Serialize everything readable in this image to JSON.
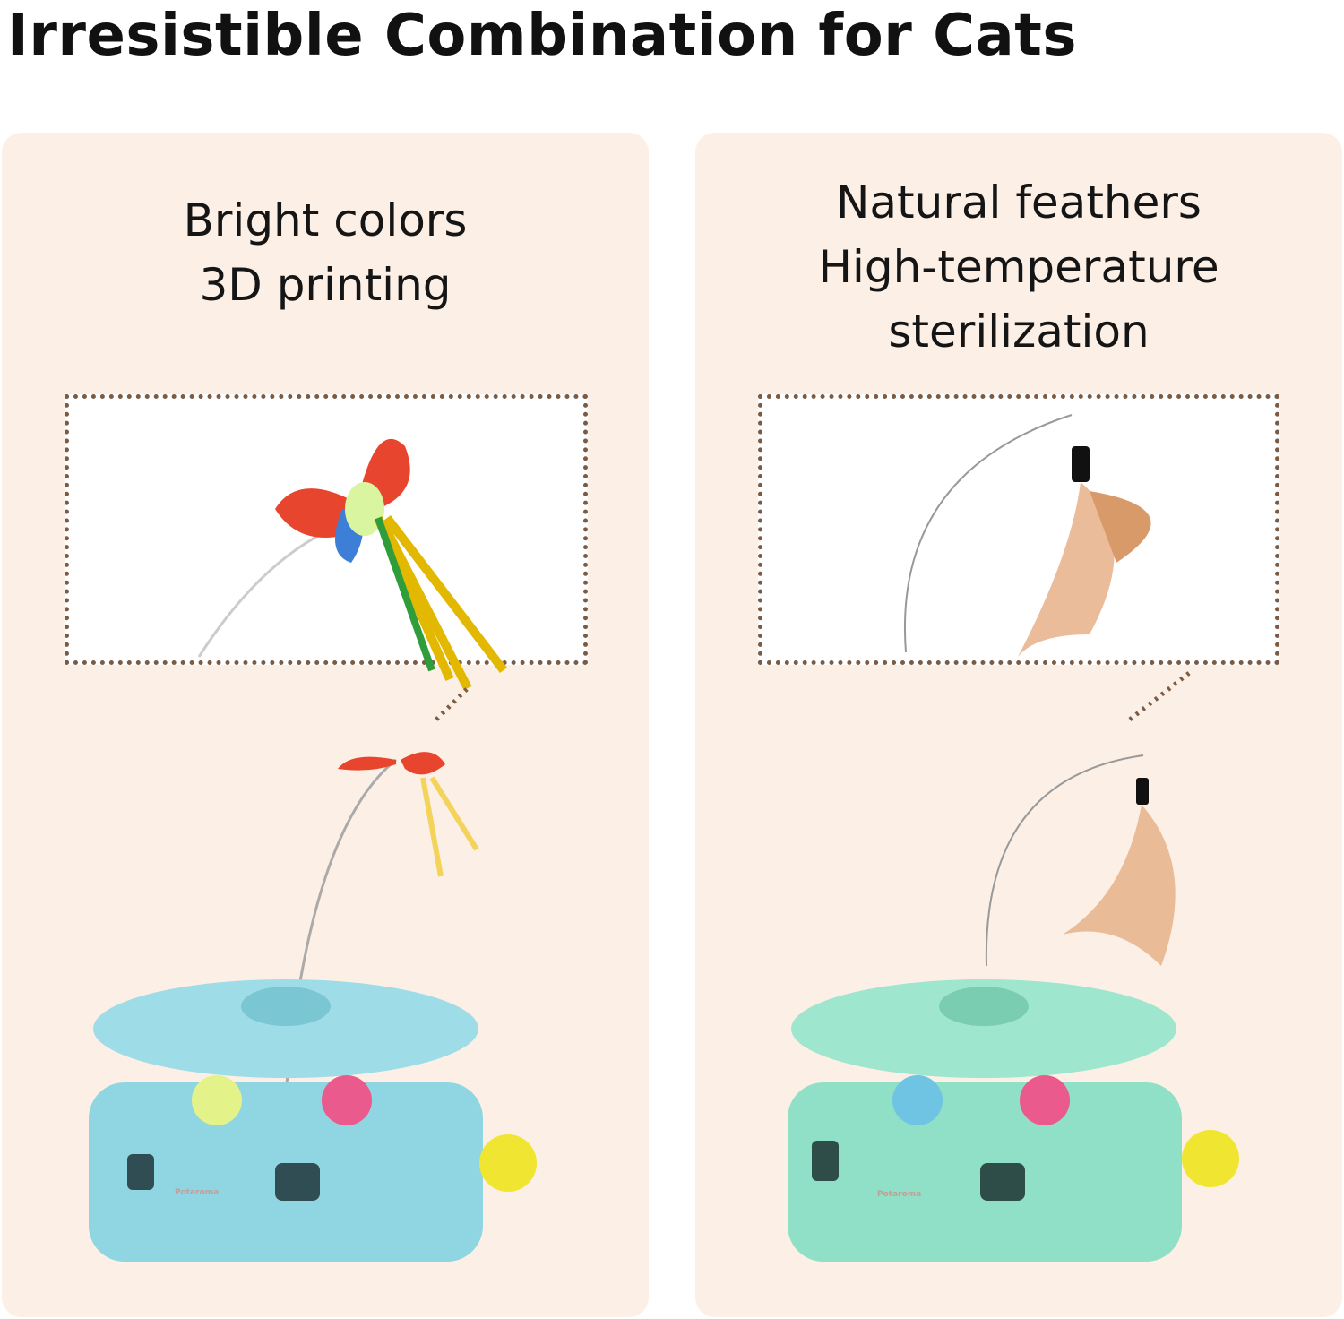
{
  "headline": "Irresistible Combination for Cats",
  "panels": [
    {
      "caption_lines": [
        "Bright colors",
        "3D printing"
      ],
      "toy_color": "#8fd6e2",
      "brand": "Potaroma"
    },
    {
      "caption_lines": [
        "Natural feathers",
        "High-temperature",
        "sterilization"
      ],
      "toy_color": "#8fe0c6",
      "brand": "Potaroma"
    }
  ],
  "colors": {
    "panel_bg": "#fcefe5",
    "dots": "#7a5c46"
  }
}
